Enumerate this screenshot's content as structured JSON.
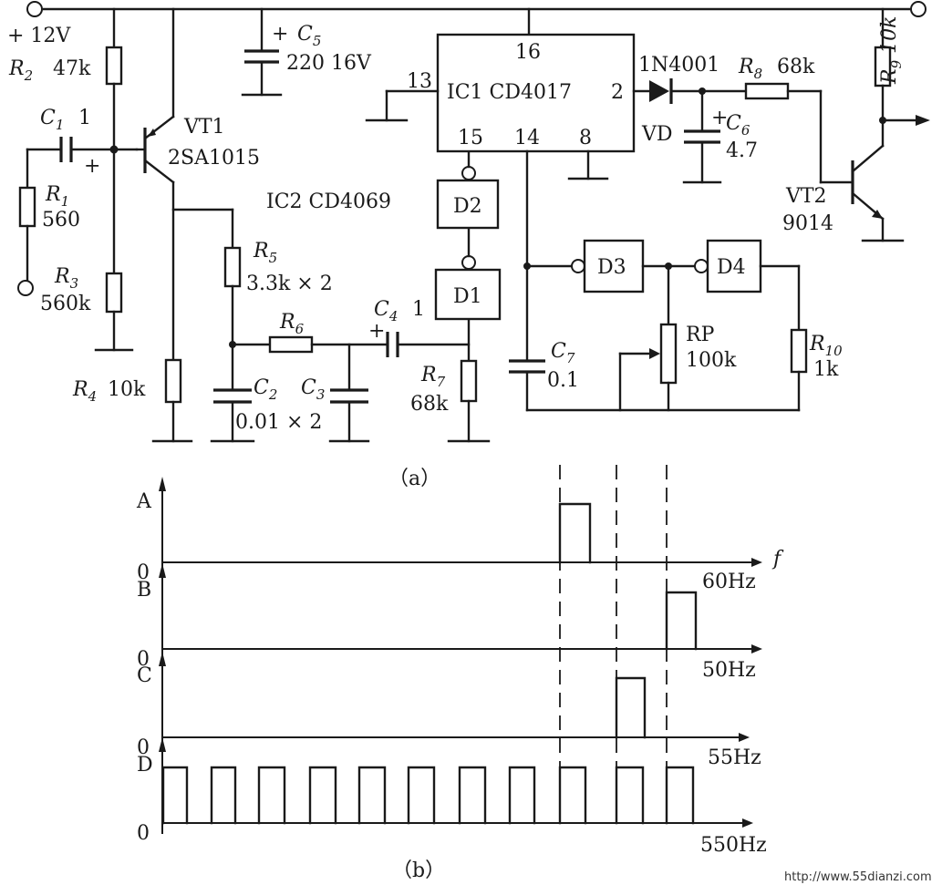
{
  "circuit": {
    "supply": "+ 12V",
    "r1": {
      "name": "R",
      "sub": "1",
      "value": "560"
    },
    "r2": {
      "name": "R",
      "sub": "2",
      "value": "47k"
    },
    "r3": {
      "name": "R",
      "sub": "3",
      "value": "560k"
    },
    "r4": {
      "name": "R",
      "sub": "4",
      "value": "10k"
    },
    "r5": {
      "name": "R",
      "sub": "5",
      "value": "3.3k × 2"
    },
    "r6": {
      "name": "R",
      "sub": "6"
    },
    "r7": {
      "name": "R",
      "sub": "7",
      "value": "68k"
    },
    "r8": {
      "name": "R",
      "sub": "8",
      "value": "68k"
    },
    "r9": {
      "name": "R",
      "sub": "9",
      "value": "10k"
    },
    "r10": {
      "name": "R",
      "sub": "10",
      "value": "1k"
    },
    "c1": {
      "name": "C",
      "sub": "1",
      "value": "1"
    },
    "c2": {
      "name": "C",
      "sub": "2",
      "value": "0.01 × 2"
    },
    "c3": {
      "name": "C",
      "sub": "3"
    },
    "c4": {
      "name": "C",
      "sub": "4",
      "value": "1"
    },
    "c5": {
      "name": "C",
      "sub": "5",
      "value": "220  16V"
    },
    "c6": {
      "name": "C",
      "sub": "6",
      "value": "4.7"
    },
    "c7": {
      "name": "C",
      "sub": "7",
      "value": "0.1"
    },
    "plus": "+",
    "vt1": {
      "name": "VT1",
      "part": "2SA1015"
    },
    "vt2": {
      "name": "VT2",
      "part": "9014"
    },
    "ic1": {
      "label": "IC1  CD4017",
      "pin16": "16",
      "pin13": "13",
      "pin2": "2",
      "pin15": "15",
      "pin14": "14",
      "pin8": "8"
    },
    "ic2": "IC2 CD4069",
    "gates": {
      "d1": "D1",
      "d2": "D2",
      "d3": "D3",
      "d4": "D4"
    },
    "diode": {
      "part": "1N4001",
      "name": "VD"
    },
    "rp": {
      "name": "RP",
      "value": "100k"
    },
    "caption_a": "（a）"
  },
  "waveforms": {
    "caption_b": "（b）",
    "axis_f": "f",
    "zero": "0",
    "rows": [
      {
        "label": "A",
        "freq": "60Hz"
      },
      {
        "label": "B",
        "freq": "50Hz"
      },
      {
        "label": "C",
        "freq": "55Hz"
      },
      {
        "label": "D",
        "freq": "550Hz"
      }
    ]
  },
  "watermark": "http://www.55dianzi.com"
}
